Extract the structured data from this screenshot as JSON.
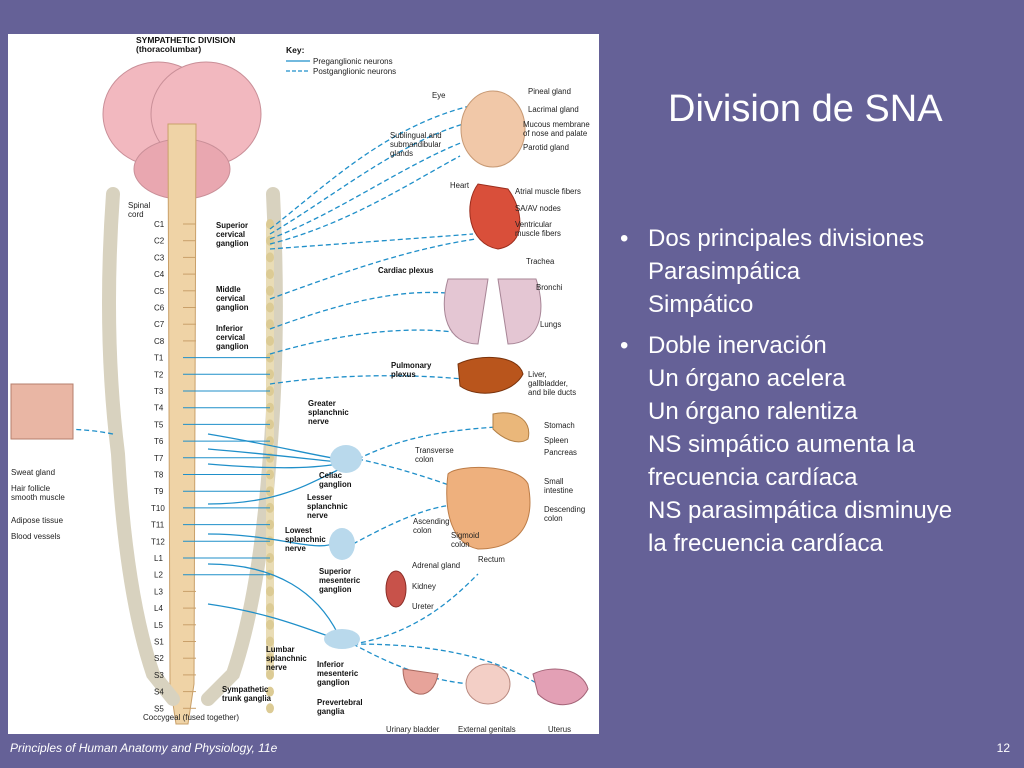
{
  "slide": {
    "title": "Division de SNA",
    "bullets": [
      {
        "lines": [
          "Dos principales divisiones",
          "Parasimpática",
          "Simpático"
        ]
      },
      {
        "lines": [
          "Doble inervación",
          "Un órgano acelera",
          "Un órgano ralentiza",
          "NS simpático aumenta la",
          "frecuencia cardíaca",
          "NS parasimpática disminuye",
          "la frecuencia cardíaca"
        ]
      }
    ],
    "bullet_symbol": "•",
    "footer": {
      "source": "Principles of Human Anatomy and Physiology, 11e",
      "page": "12"
    }
  },
  "figure": {
    "title_line1": "SYMPATHETIC DIVISION",
    "title_line2": "(thoracolumbar)",
    "key": {
      "title": "Key:",
      "pre": "Preganglionic neurons",
      "post": "Postganglionic neurons"
    },
    "spinal_cord": [
      "Spinal",
      "cord"
    ],
    "segments": [
      "C1",
      "C2",
      "C3",
      "C4",
      "C5",
      "C6",
      "C7",
      "C8",
      "T1",
      "T2",
      "T3",
      "T4",
      "T5",
      "T6",
      "T7",
      "T8",
      "T9",
      "T10",
      "T11",
      "T12",
      "L1",
      "L2",
      "L3",
      "L4",
      "L5",
      "S1",
      "S2",
      "S3",
      "S4",
      "S5"
    ],
    "coccygeal": "Coccygeal (fused together)",
    "ganglia": {
      "superior_cervical": [
        "Superior",
        "cervical",
        "ganglion"
      ],
      "middle_cervical": [
        "Middle",
        "cervical",
        "ganglion"
      ],
      "inferior_cervical": [
        "Inferior",
        "cervical",
        "ganglion"
      ],
      "sympathetic_trunk": [
        "Sympathetic",
        "trunk ganglia"
      ],
      "celiac": [
        "Celiac",
        "ganglion"
      ],
      "superior_mesenteric": [
        "Superior",
        "mesenteric",
        "ganglion"
      ],
      "inferior_mesenteric": [
        "Inferior",
        "mesenteric",
        "ganglion"
      ],
      "prevertebral": [
        "Prevertebral",
        "ganglia"
      ]
    },
    "nerves": {
      "greater_splanchnic": [
        "Greater",
        "splanchnic",
        "nerve"
      ],
      "lesser_splanchnic": [
        "Lesser",
        "splanchnic",
        "nerve"
      ],
      "lowest_splanchnic": [
        "Lowest",
        "splanchnic",
        "nerve"
      ],
      "lumbar_splanchnic": [
        "Lumbar",
        "splanchnic",
        "nerve"
      ]
    },
    "plexus": {
      "cardiac": "Cardiac plexus",
      "pulmonary": [
        "Pulmonary",
        "plexus"
      ]
    },
    "skin": [
      "Sweat gland",
      "Hair follicle",
      "smooth muscle",
      "Adipose tissue",
      "Blood vessels"
    ],
    "organs": {
      "eye": "Eye",
      "pineal": "Pineal gland",
      "lacrimal": "Lacrimal gland",
      "mucous": [
        "Mucous membrane",
        "of nose and palate"
      ],
      "parotid": "Parotid gland",
      "sublingual": [
        "Sublingual and",
        "submandibular",
        "glands"
      ],
      "heart": "Heart",
      "atrial": "Atrial muscle fibers",
      "saav": "SA/AV nodes",
      "ventricular": [
        "Ventricular",
        "muscle fibers"
      ],
      "trachea": "Trachea",
      "bronchi": "Bronchi",
      "lungs": "Lungs",
      "liver": [
        "Liver,",
        "gallbladder,",
        "and bile ducts"
      ],
      "stomach": "Stomach",
      "spleen": "Spleen",
      "pancreas": "Pancreas",
      "transverse": [
        "Transverse",
        "colon"
      ],
      "small_intestine": [
        "Small",
        "intestine"
      ],
      "descending": [
        "Descending",
        "colon"
      ],
      "ascending": [
        "Ascending",
        "colon"
      ],
      "sigmoid": [
        "Sigmoid",
        "colon"
      ],
      "rectum": "Rectum",
      "adrenal": "Adrenal gland",
      "kidney": "Kidney",
      "ureter": "Ureter",
      "bladder": "Urinary bladder",
      "genitals": "External genitals",
      "uterus": "Uterus"
    },
    "colors": {
      "neuron": "#1f8fc9",
      "cord": "#e8c79a",
      "brain": "#f2b8bf",
      "ganglion": "#b9d9ec"
    }
  }
}
